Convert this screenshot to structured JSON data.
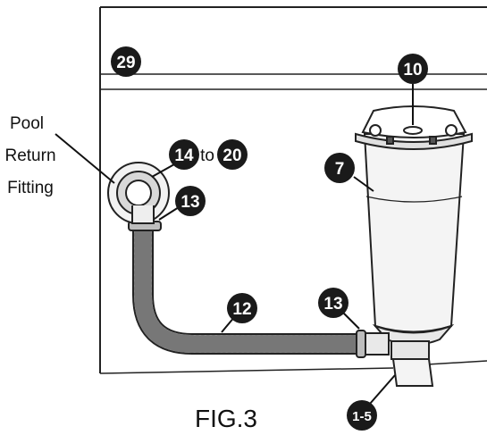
{
  "figure_label": "FIG.3",
  "pool_label": {
    "lines": [
      "Pool",
      "Return",
      "Fitting"
    ]
  },
  "connector_word": "to",
  "callouts": {
    "c29": "29",
    "c10": "10",
    "c7": "7",
    "c14": "14",
    "c20": "20",
    "c13a": "13",
    "c13b": "13",
    "c12": "12",
    "c1_5": "1-5"
  },
  "colors": {
    "callout_fill": "#1a1a1a",
    "line": "#222222",
    "hose_light": "#d9d9d9",
    "filter_body": "#f2f2f2"
  }
}
